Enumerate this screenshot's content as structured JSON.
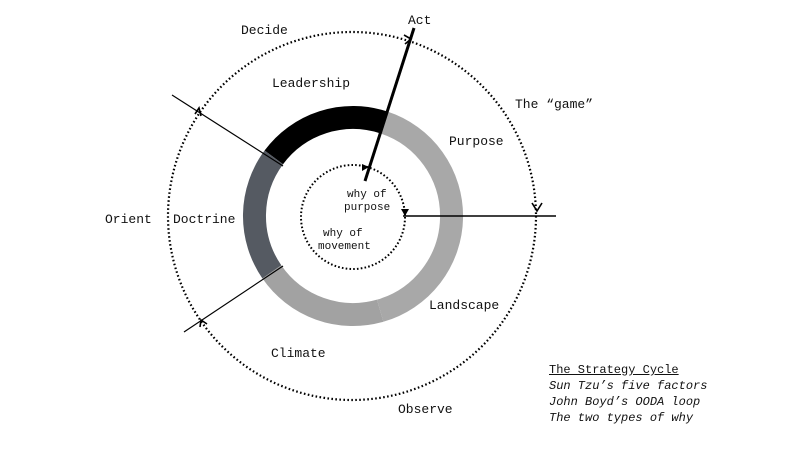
{
  "diagram": {
    "title": "The Strategy Cycle",
    "ooda_labels": {
      "observe": "Observe",
      "orient": "Orient",
      "decide": "Decide",
      "act": "Act",
      "game": "The “game”"
    },
    "factors": {
      "purpose": "Purpose",
      "landscape": "Landscape",
      "climate": "Climate",
      "doctrine": "Doctrine",
      "leadership": "Leadership"
    },
    "why": {
      "purpose_line1": "why of",
      "purpose_line2": "purpose",
      "movement_line1": "why of",
      "movement_line2": "movement"
    },
    "colors": {
      "leadership_segment": "#000000",
      "doctrine_segment": "#555a62",
      "purpose_segment": "#a8a8a8",
      "climate_segment": "#a2a2a2",
      "line": "#000000"
    }
  },
  "legend": {
    "title": "The Strategy Cycle",
    "items": [
      "Sun Tzu’s five factors",
      "John Boyd’s OODA loop",
      "The two types of why"
    ]
  }
}
